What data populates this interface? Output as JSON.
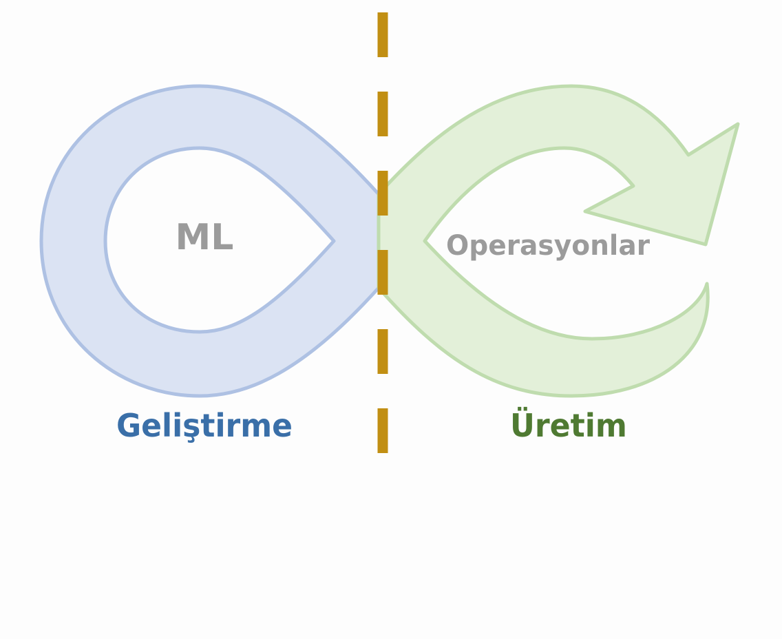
{
  "labels": {
    "left_loop": "ML",
    "right_loop": "Operasyonlar",
    "left_caption": "Geliştirme",
    "right_caption": "Üretim"
  },
  "colors": {
    "left_fill": "#dbe3f3",
    "left_stroke": "#aec1e3",
    "right_fill": "#e3f0d9",
    "right_stroke": "#bfdcae",
    "divider": "#c18f13",
    "left_caption": "#3a6fa8",
    "right_caption": "#4f7a32",
    "loop_text": "#9b9b9b"
  }
}
